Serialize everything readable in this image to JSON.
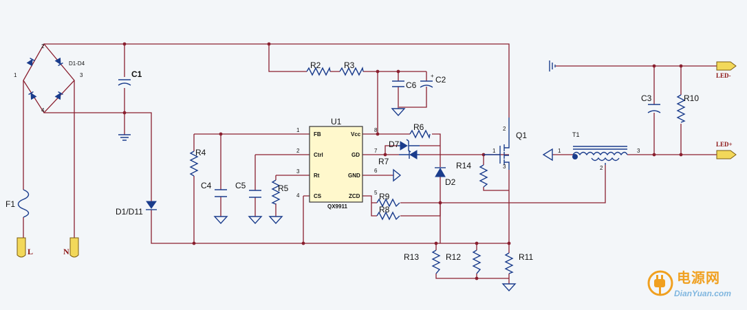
{
  "components": {
    "bridge": "D1-D4",
    "f1": "F1",
    "c1": "C1",
    "d_lower": "D1/D11",
    "r2": "R2",
    "r3": "R3",
    "c6": "C6",
    "c2": "C2",
    "u1": "U1",
    "r4": "R4",
    "c4": "C4",
    "c5": "C5",
    "r5": "R5",
    "r6": "R6",
    "d7": "D7",
    "r7": "R7",
    "r14": "R14",
    "d2": "D2",
    "r9": "R9",
    "r8": "R8",
    "q1": "Q1",
    "t1": "T1",
    "c3": "C3",
    "r10": "R10",
    "r13": "R13",
    "r12": "R12",
    "r11": "R11"
  },
  "terminals": {
    "l": "L",
    "n": "N",
    "led_minus": "LED-",
    "led_plus": "LED+"
  },
  "ic": {
    "part": "QX9911",
    "pins": [
      "FB",
      "Vcc",
      "Ctrl",
      "GD",
      "Rt",
      "GND",
      "CS",
      "ZCD"
    ]
  },
  "pin_numbers": {
    "bridge_top": "2",
    "bridge_left": "1",
    "bridge_right": "3",
    "bridge_bottom": "4",
    "u1_1": "1",
    "u1_2": "2",
    "u1_3": "3",
    "u1_4": "4",
    "u1_5": "5",
    "u1_6": "6",
    "u1_7": "7",
    "u1_8": "8",
    "q1_g": "1",
    "q1_d": "2",
    "q1_s": "3",
    "t1_1": "1",
    "t1_2": "2",
    "t1_3": "3"
  },
  "watermark": {
    "cn": "电源网",
    "en": "DianYuan.com"
  }
}
